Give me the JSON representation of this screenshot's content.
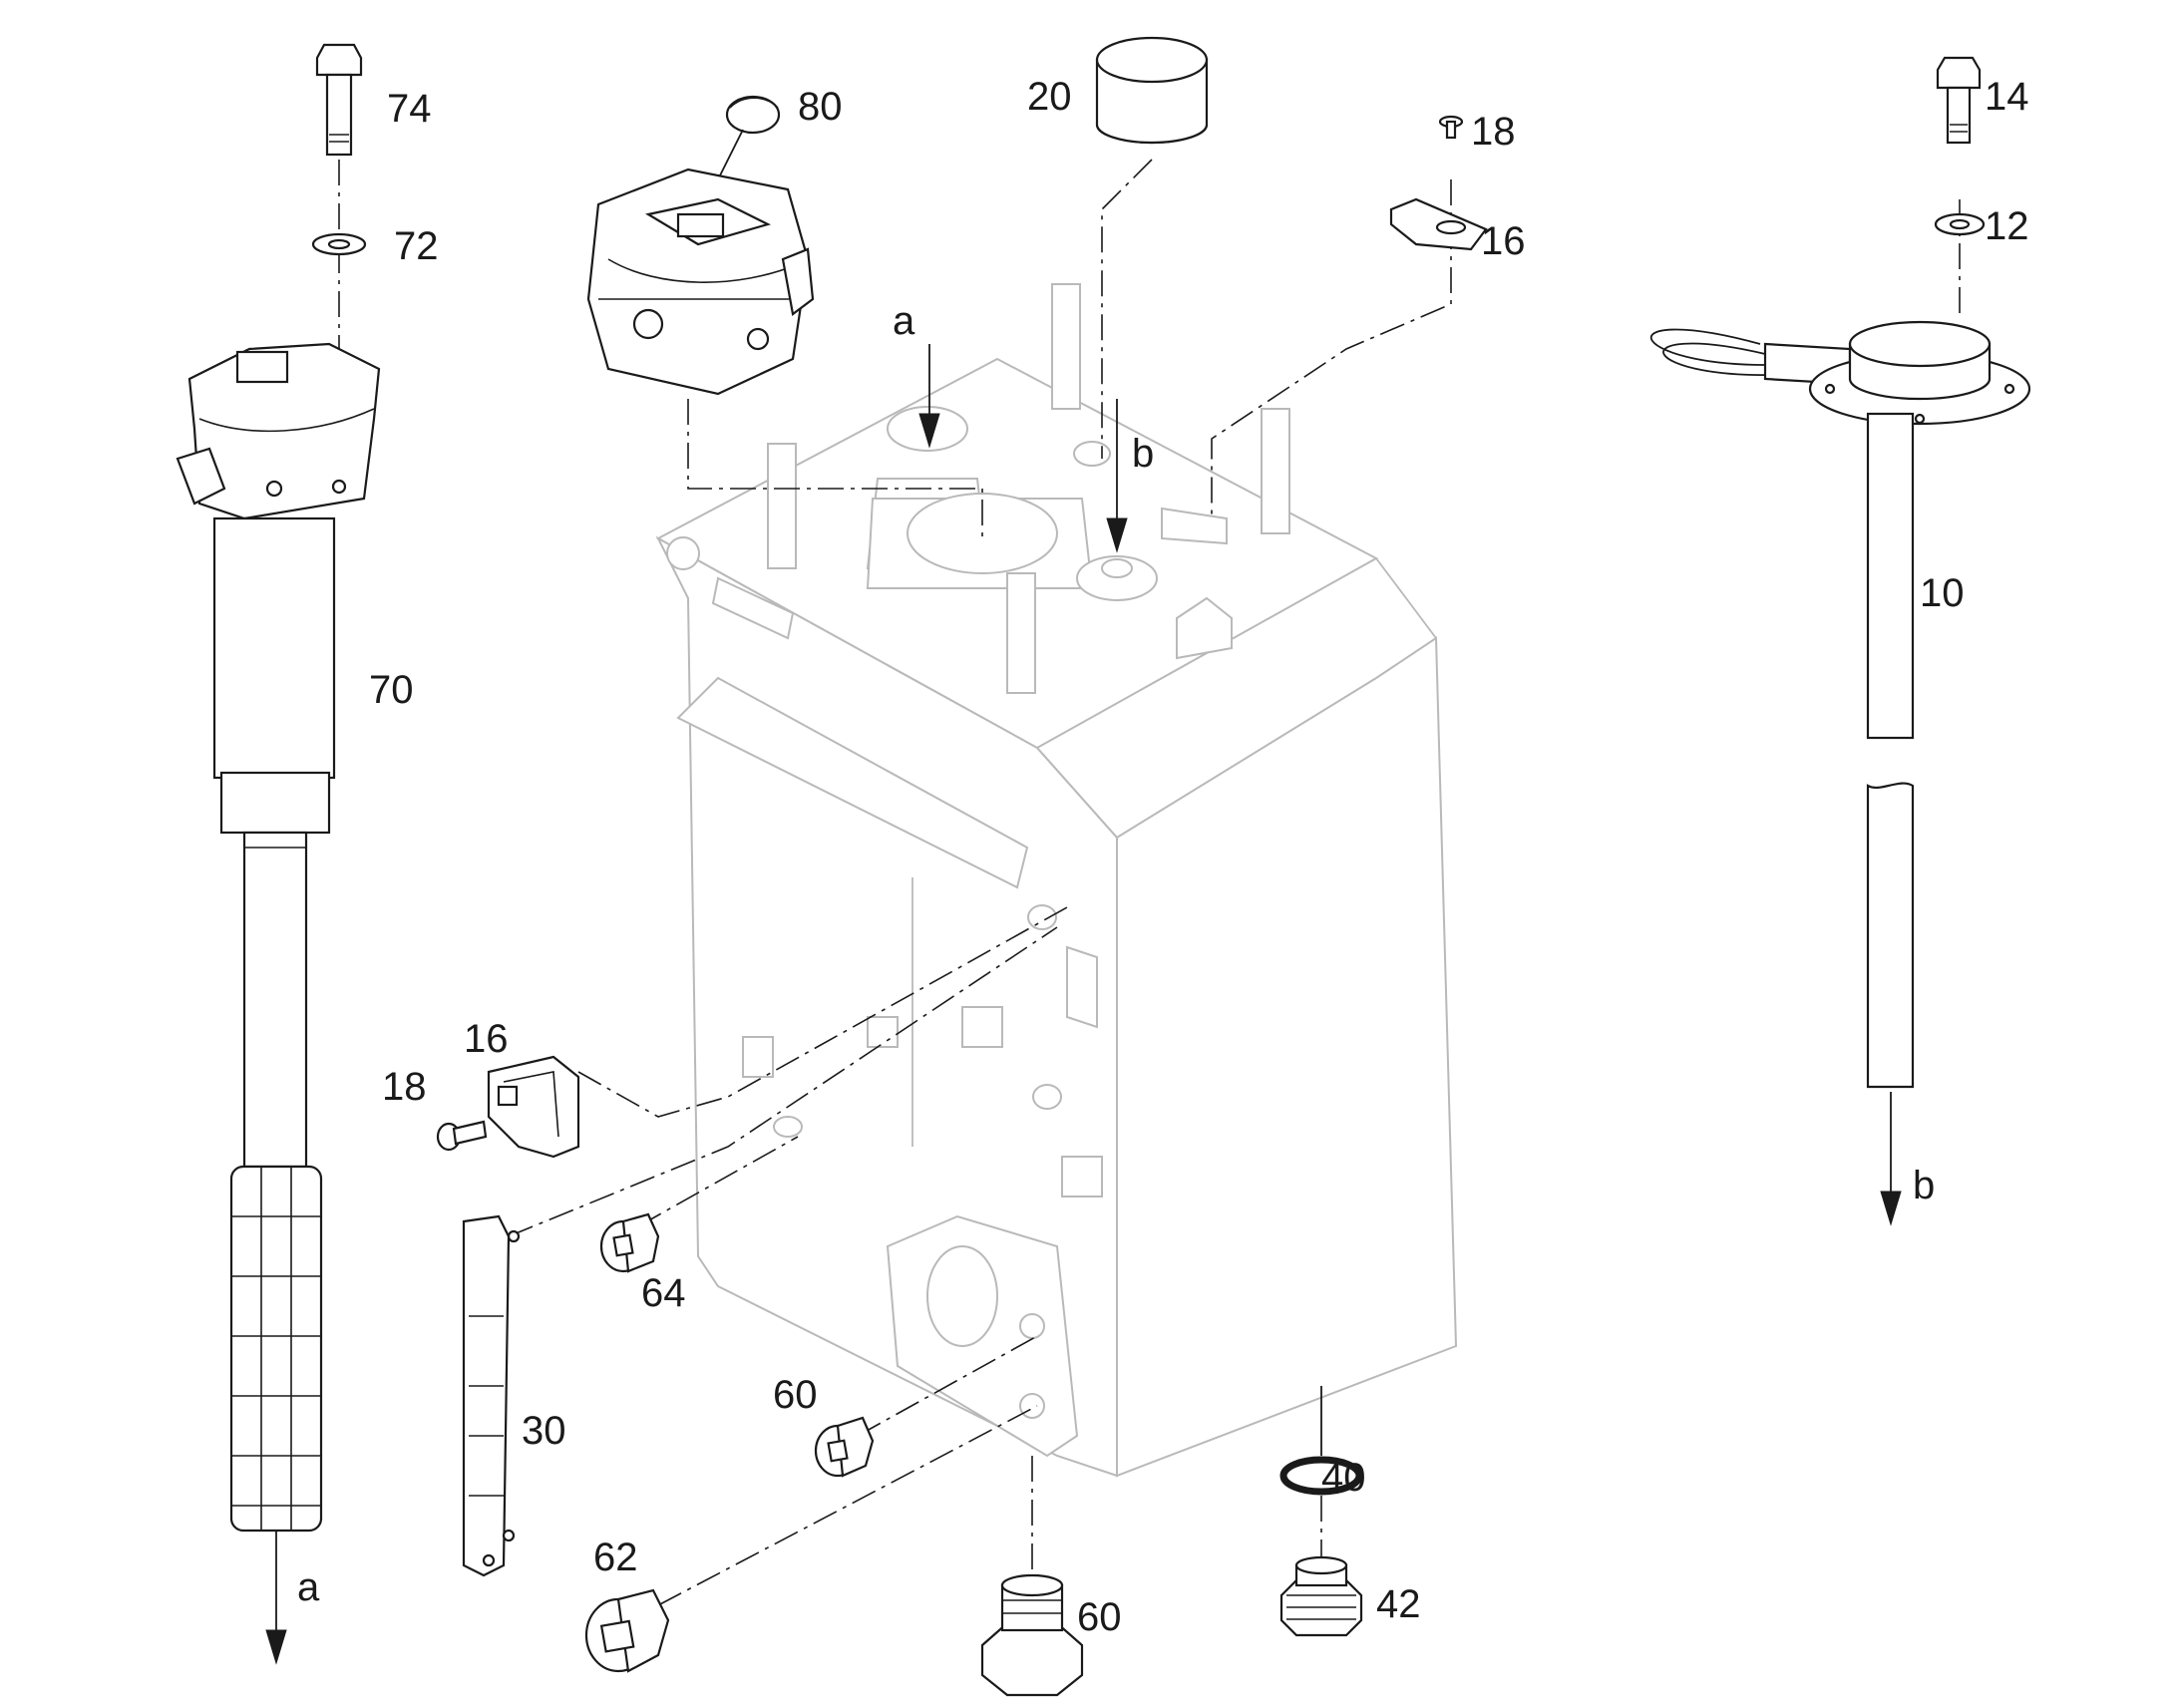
{
  "callouts": {
    "c74": "74",
    "c72": "72",
    "c70": "70",
    "c80": "80",
    "c20": "20",
    "c18_top": "18",
    "c16_top": "16",
    "c14": "14",
    "c12": "12",
    "c10": "10",
    "c16_left": "16",
    "c18_left": "18",
    "c64": "64",
    "c30": "30",
    "c60_mid": "60",
    "c62": "62",
    "c60_bottom": "60",
    "c40": "40",
    "c42": "42"
  },
  "arrows": {
    "a_top": "a",
    "b_top": "b",
    "a_bottom": "a",
    "b_bottom": "b"
  }
}
